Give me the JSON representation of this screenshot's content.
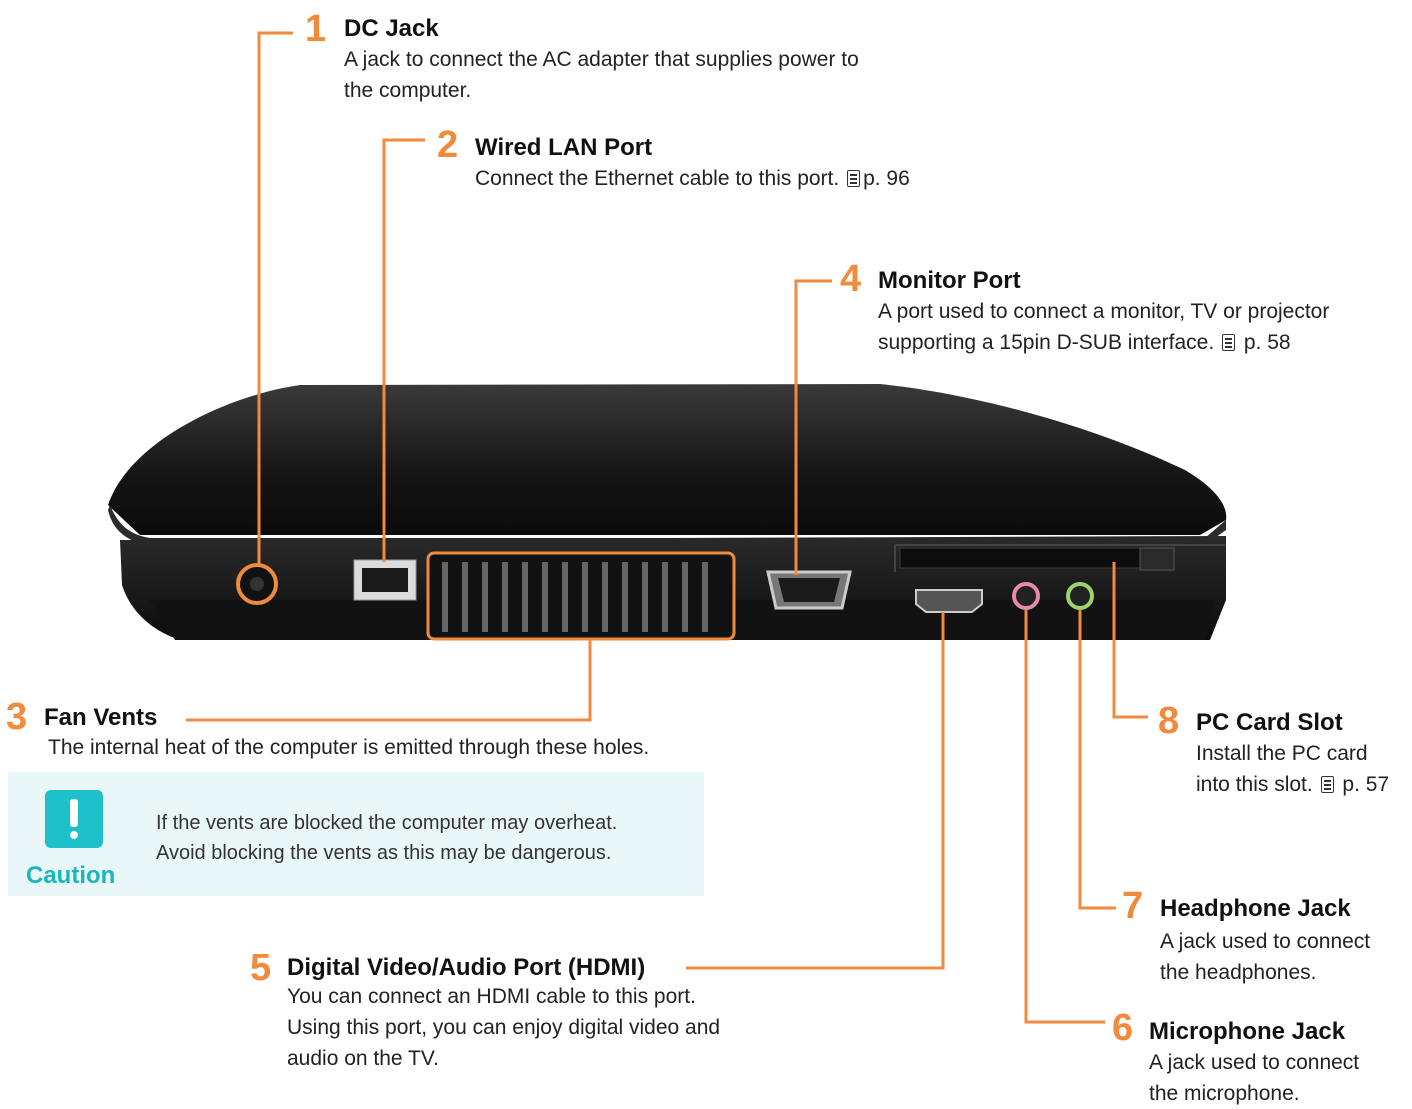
{
  "callouts": [
    {
      "id": "dc-jack",
      "number": "1",
      "title": "DC Jack",
      "lines": [
        "A jack to connect the AC adapter that supplies power to",
        "the computer."
      ],
      "ref": ""
    },
    {
      "id": "wired-lan-port",
      "number": "2",
      "title": "Wired LAN Port",
      "lines": [
        "Connect the Ethernet cable to this port."
      ],
      "ref": "p. 96"
    },
    {
      "id": "fan-vents",
      "number": "3",
      "title": "Fan Vents",
      "lines": [
        "The internal heat of the computer is emitted through these holes."
      ],
      "ref": ""
    },
    {
      "id": "monitor-port",
      "number": "4",
      "title": "Monitor Port",
      "lines": [
        "A port used to connect a monitor, TV or projector",
        "supporting a 15pin D-SUB interface."
      ],
      "ref": " p. 58"
    },
    {
      "id": "hdmi-port",
      "number": "5",
      "title": "Digital Video/Audio Port (HDMI)",
      "lines": [
        "You can connect an HDMI cable to this port.",
        "Using this port, you can enjoy digital video and",
        "audio on the TV."
      ],
      "ref": ""
    },
    {
      "id": "microphone-jack",
      "number": "6",
      "title": "Microphone Jack",
      "lines": [
        "A jack used to connect",
        "the microphone."
      ],
      "ref": ""
    },
    {
      "id": "headphone-jack",
      "number": "7",
      "title": "Headphone Jack",
      "lines": [
        "A jack used to connect",
        "the headphones."
      ],
      "ref": ""
    },
    {
      "id": "pc-card-slot",
      "number": "8",
      "title": "PC Card Slot",
      "lines": [
        "Install the PC card",
        "into this slot."
      ],
      "ref": " p. 57"
    }
  ],
  "caution": {
    "label": "Caution",
    "lines": [
      "If the vents are blocked the computer may overheat.",
      "Avoid blocking the vents as this may be dangerous."
    ]
  },
  "colors": {
    "leader": "#f08a3c",
    "caution_bg": "#e9f7f9",
    "caution_accent": "#1cc1c9",
    "laptop_body": "#1e1e1e"
  }
}
